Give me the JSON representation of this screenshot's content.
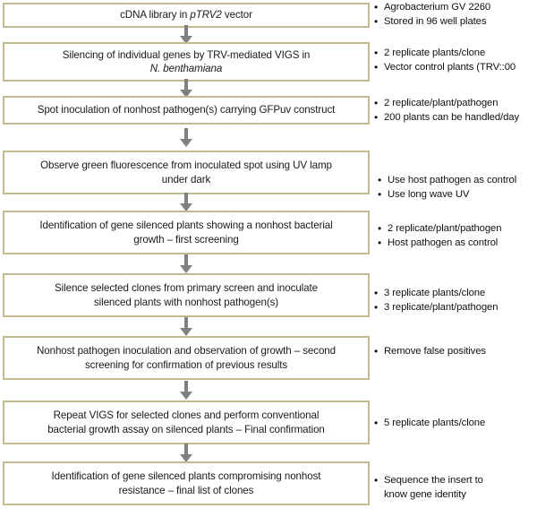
{
  "figure": {
    "type": "flowchart",
    "orientation": "vertical",
    "connector": "down-arrow",
    "box_border_color": "#c3b98e",
    "arrow_color": "#808080",
    "text_color": "#1a1a1a",
    "background": "#ffffff"
  },
  "steps": [
    {
      "id": "step-1",
      "text_plain": "cDNA library in pTRV2 vector",
      "text_html": "cDNA library in <i>pTRV2</i> vector",
      "notes": [
        "Agrobacterium GV 2260",
        "Stored in 96 well plates"
      ]
    },
    {
      "id": "step-2",
      "text_plain": "Silencing of individual genes by TRV-mediated VIGS in N. benthamiana",
      "text_html": "Silencing of individual genes by TRV-mediated VIGS in<br><i>N. benthamiana</i>",
      "notes": [
        "2 replicate plants/clone",
        "Vector control plants (TRV::00"
      ]
    },
    {
      "id": "step-3",
      "text_plain": "Spot inoculation of nonhost pathogen(s) carrying GFPuv construct",
      "text_html": "Spot inoculation of nonhost pathogen(s) carrying GFPuv construct",
      "notes": [
        "2 replicate/plant/pathogen",
        "200 plants can be handled/day"
      ]
    },
    {
      "id": "step-4",
      "text_plain": "Observe green fluorescence from inoculated spot using UV lamp under dark",
      "text_html": "Observe green fluorescence from inoculated spot using UV lamp<br>under dark",
      "notes": [
        "Use host pathogen as control",
        "Use long wave UV"
      ]
    },
    {
      "id": "step-5",
      "text_plain": "Identification of gene silenced plants showing a nonhost bacterial growth – first screening",
      "text_html": "Identification of gene silenced plants showing a nonhost bacterial<br>growth – first screening",
      "notes": [
        "2 replicate/plant/pathogen",
        "Host pathogen as control"
      ]
    },
    {
      "id": "step-6",
      "text_plain": "Silence selected clones from primary screen and inoculate silenced plants with nonhost pathogen(s)",
      "text_html": "Silence selected clones from primary screen and inoculate<br>silenced plants with nonhost pathogen(s)",
      "notes": [
        "3 replicate plants/clone",
        "3 replicate/plant/pathogen"
      ]
    },
    {
      "id": "step-7",
      "text_plain": "Nonhost pathogen inoculation and observation of growth – second screening for confirmation of previous results",
      "text_html": "Nonhost pathogen inoculation and observation of growth – second<br>screening for confirmation of previous results",
      "notes": [
        "Remove false positives"
      ]
    },
    {
      "id": "step-8",
      "text_plain": "Repeat VIGS for selected clones and perform conventional bacterial growth assay on silenced plants – Final confirmation",
      "text_html": "Repeat VIGS for selected clones and perform conventional<br>bacterial growth assay on silenced plants – Final confirmation",
      "notes": [
        "5 replicate plants/clone"
      ]
    },
    {
      "id": "step-9",
      "text_plain": "Identification of gene silenced plants compromising nonhost resistance – final list of clones",
      "text_html": "Identification of gene silenced plants compromising nonhost<br>resistance – final list of clones",
      "notes": [
        "Sequence the insert to\nknow gene identity"
      ]
    }
  ],
  "bullet_glyph": "•"
}
